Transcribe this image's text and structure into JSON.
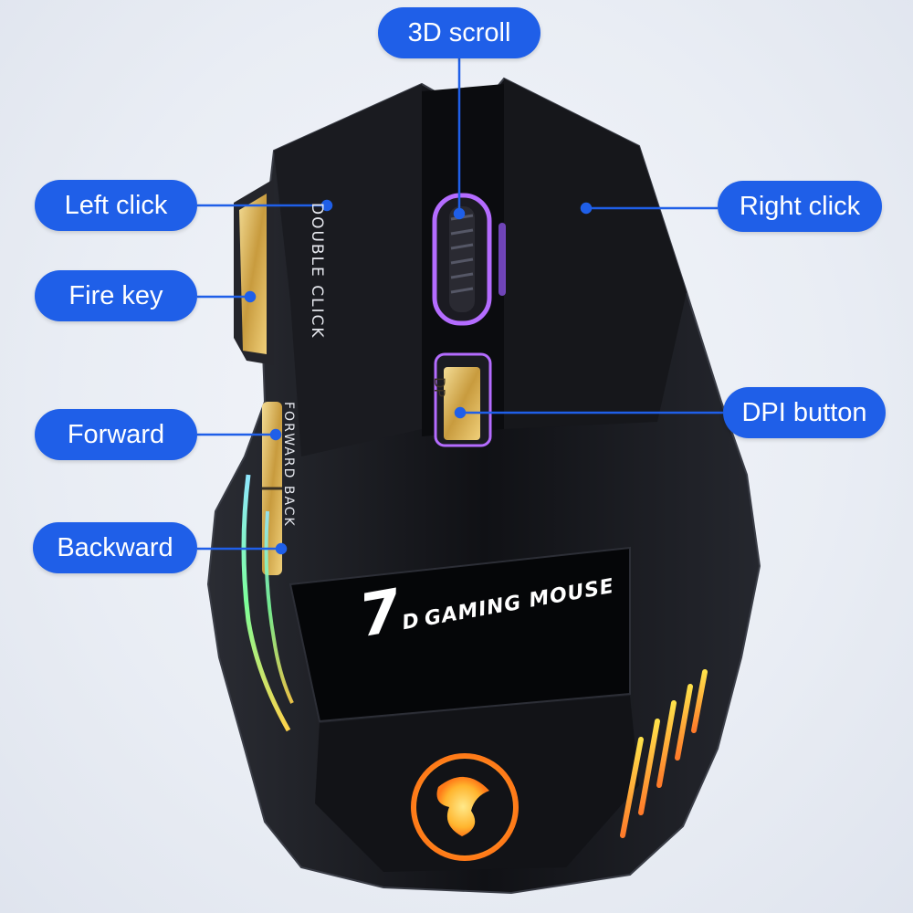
{
  "callouts": {
    "scroll": "3D scroll",
    "left_click": "Left click",
    "fire_key": "Fire key",
    "forward": "Forward",
    "backward": "Backward",
    "right_click": "Right click",
    "dpi_button": "DPI button"
  },
  "mouse_print": {
    "double_click": "DOUBLE CLICK",
    "forward_back": "FORWARD BACK",
    "logo_number": "7",
    "logo_sub": "D",
    "logo_text": "GAMING MOUSE",
    "dpi_tag": "DP"
  },
  "colors": {
    "callout": "#1f5fe8",
    "body": "#0e0f12",
    "gold": "#d9b865",
    "rgb_purple": "#b46cff",
    "rgb_green": "#7cff9a"
  }
}
